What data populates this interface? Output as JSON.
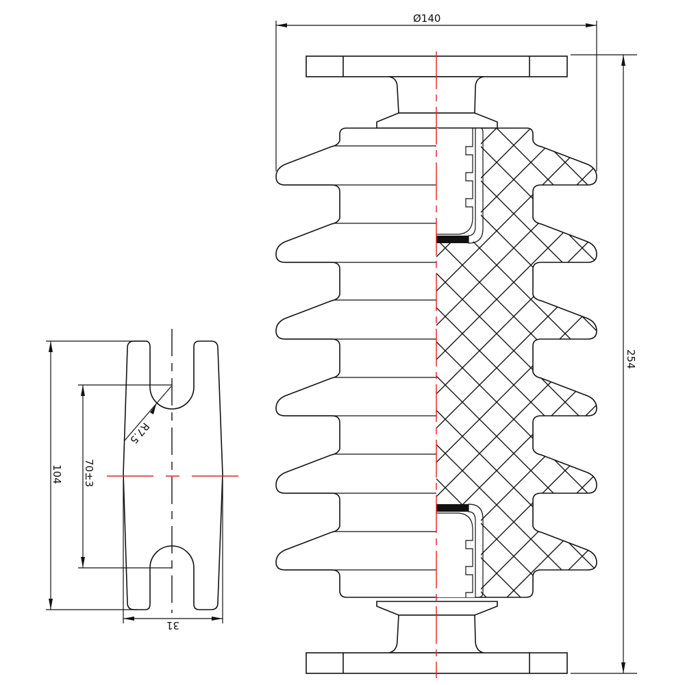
{
  "drawing": {
    "title": "Post insulator technical drawing",
    "views": [
      "front-half-section",
      "side-view"
    ],
    "colors": {
      "line": "#111111",
      "centerline": "#e02020",
      "background": "#ffffff"
    }
  },
  "main_view": {
    "dimensions": {
      "diameter_label": "Ø140",
      "height_label": "254"
    },
    "shed_count": 6,
    "section_hatch": "cross-hatch",
    "fittings": [
      "top-flange",
      "bottom-flange"
    ]
  },
  "side_view": {
    "dimensions": {
      "overall_height": "104",
      "slot_spacing": "70±3",
      "radius": "R7.5",
      "width": "31"
    }
  }
}
